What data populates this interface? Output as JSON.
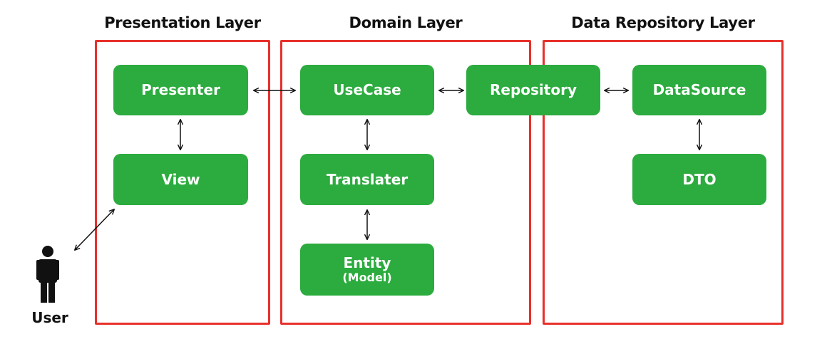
{
  "layers": {
    "presentation": {
      "title": "Presentation Layer"
    },
    "domain": {
      "title": "Domain Layer"
    },
    "data_repository": {
      "title": "Data Repository Layer"
    }
  },
  "nodes": {
    "presenter": "Presenter",
    "view": "View",
    "usecase": "UseCase",
    "translater": "Translater",
    "entity": "Entity",
    "entity_sub": "(Model)",
    "repository": "Repository",
    "datasource": "DataSource",
    "dto": "DTO"
  },
  "user": {
    "label": "User"
  },
  "colors": {
    "node_fill": "#2cab3e",
    "layer_border": "#e8302b",
    "node_text": "#ffffff",
    "arrow": "#111111"
  }
}
